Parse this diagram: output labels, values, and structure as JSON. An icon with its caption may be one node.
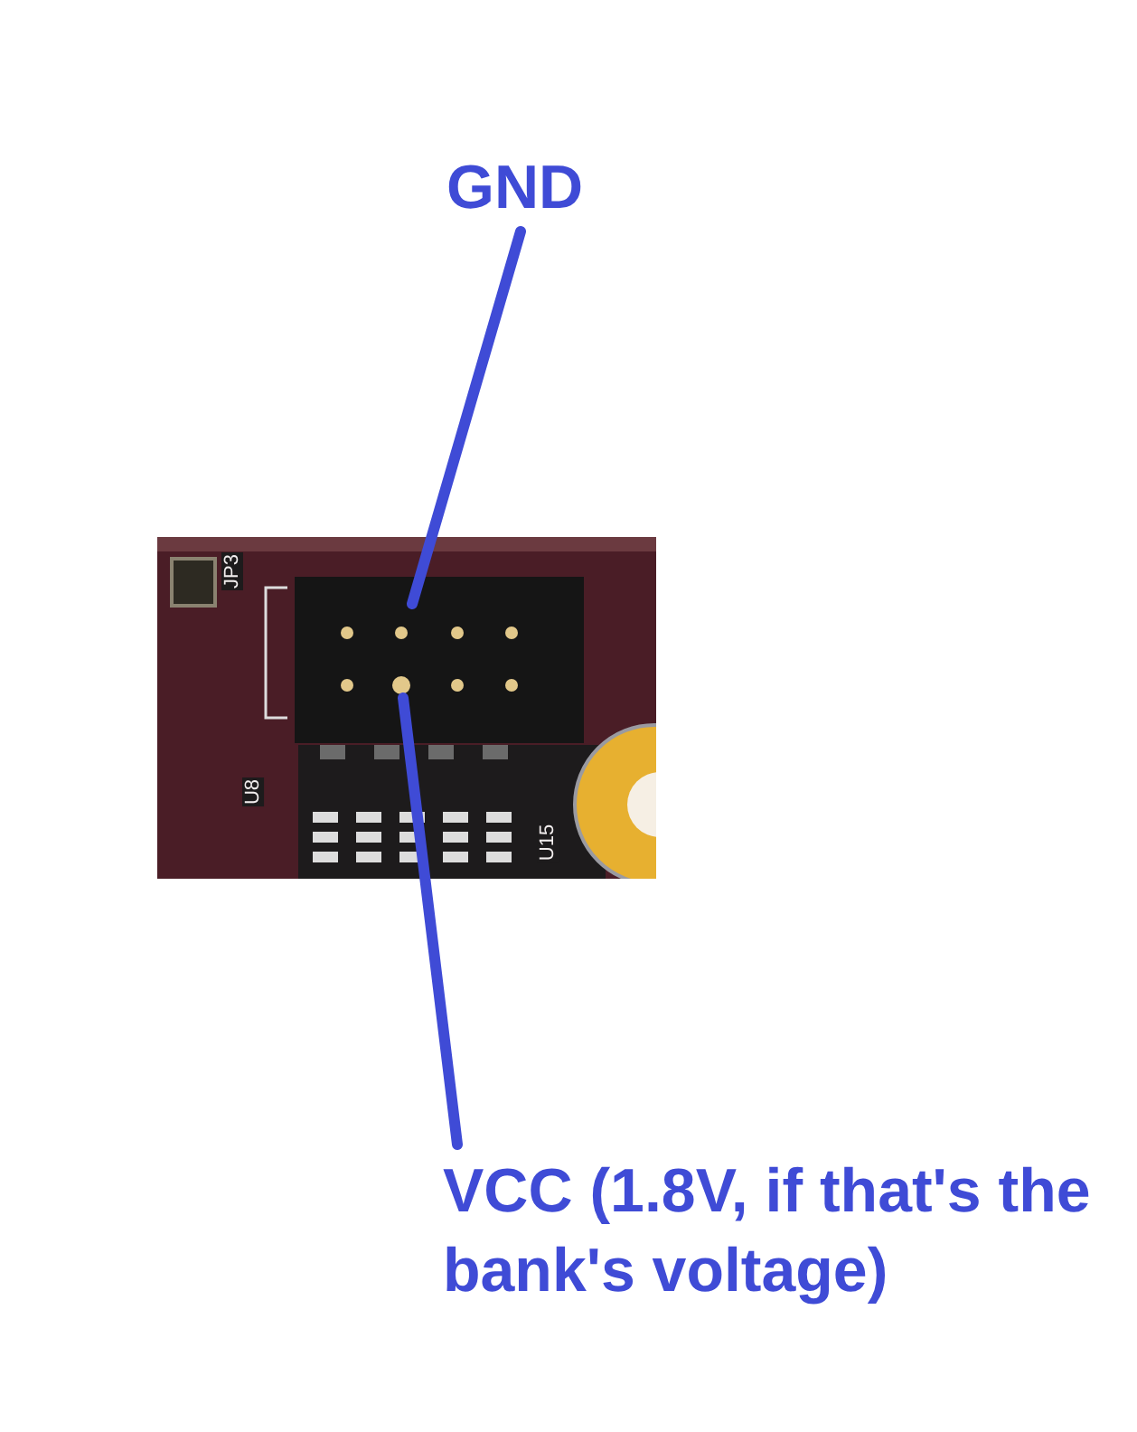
{
  "diagram": {
    "nodes": [
      {
        "text": [
          "GND"
        ]
      },
      {
        "text": [],
        "shape": "picture"
      },
      {
        "text": [],
        "shape": "circle",
        "in": 1
      },
      {
        "text": [
          "VCC (1.8V, if that's the bank's voltage)"
        ]
      }
    ],
    "edges": [
      {
        "from": 0,
        "to": 1,
        "arrow": "none"
      },
      {
        "from": 3,
        "to": 2,
        "arrow": "none"
      }
    ],
    "labels": [
      "JP3",
      "U8",
      "U15"
    ]
  }
}
